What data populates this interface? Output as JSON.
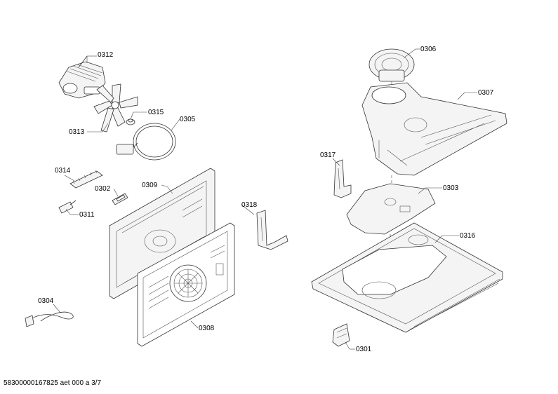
{
  "parts": [
    {
      "id": "0312"
    },
    {
      "id": "0313"
    },
    {
      "id": "0315"
    },
    {
      "id": "0305"
    },
    {
      "id": "0314"
    },
    {
      "id": "0302"
    },
    {
      "id": "0309"
    },
    {
      "id": "0311"
    },
    {
      "id": "0304"
    },
    {
      "id": "0308"
    },
    {
      "id": "0318"
    },
    {
      "id": "0306"
    },
    {
      "id": "0307"
    },
    {
      "id": "0317"
    },
    {
      "id": "0303"
    },
    {
      "id": "0316"
    },
    {
      "id": "0301"
    }
  ],
  "footer": {
    "document_code": "58300000167825 aet 000 a 3/7"
  }
}
